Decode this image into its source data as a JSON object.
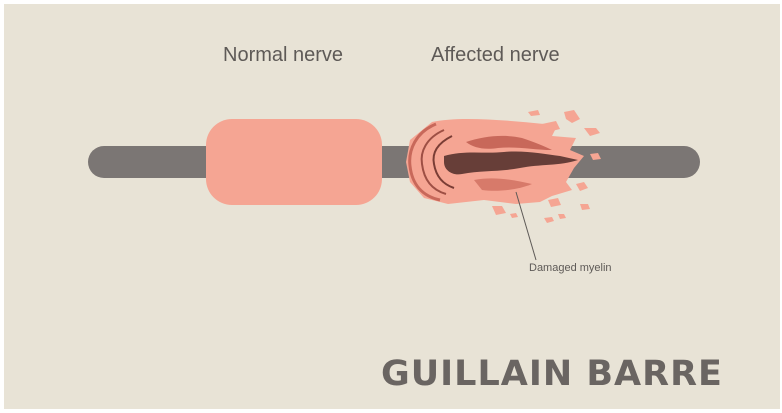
{
  "labels": {
    "normal_nerve": "Normal nerve",
    "affected_nerve": "Affected nerve",
    "damaged_myelin": "Damaged myelin"
  },
  "title": "GUILLAIN BARRE",
  "colors": {
    "background": "#e8e3d6",
    "axon": "#7b7674",
    "myelin": "#f5a593",
    "damaged_myelin_dark": "#c8685a",
    "text": "#5e5a57"
  }
}
